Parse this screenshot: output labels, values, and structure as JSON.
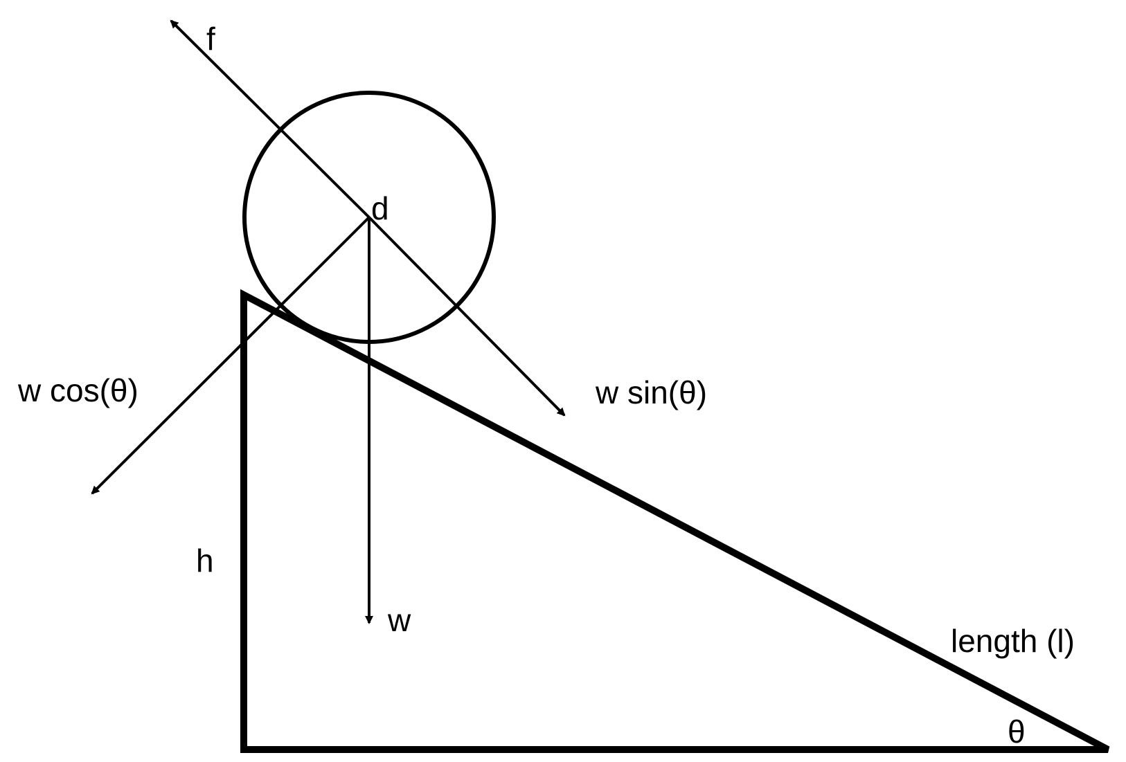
{
  "diagram": {
    "title": "",
    "labels": {
      "f": "f",
      "d": "d",
      "w_cos": "w cos(θ)",
      "w_sin": "w sin(θ)",
      "w": "w",
      "h": "h",
      "length": "length (l)",
      "theta": "θ"
    },
    "colors": {
      "stroke": "#000000",
      "background": "#ffffff"
    }
  }
}
